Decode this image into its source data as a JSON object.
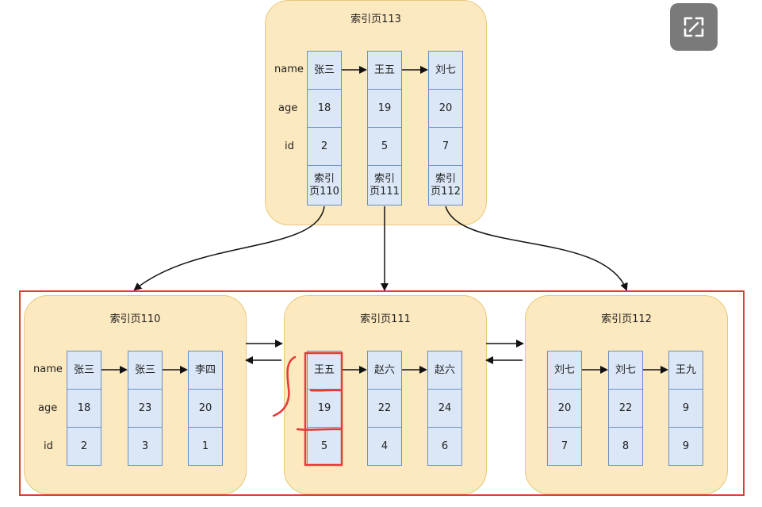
{
  "row_labels": [
    "name",
    "age",
    "id"
  ],
  "root": {
    "title": "索引页113",
    "names": [
      "张三",
      "王五",
      "刘七"
    ],
    "ages": [
      "18",
      "19",
      "20"
    ],
    "ids": [
      "2",
      "5",
      "7"
    ],
    "pointers": [
      [
        "索引",
        "页110"
      ],
      [
        "索引",
        "页111"
      ],
      [
        "索引",
        "页112"
      ]
    ]
  },
  "leaves": [
    {
      "title": "索引页110",
      "names": [
        "张三",
        "张三",
        "李四"
      ],
      "ages": [
        "18",
        "23",
        "20"
      ],
      "ids": [
        "2",
        "3",
        "1"
      ]
    },
    {
      "title": "索引页111",
      "names": [
        "王五",
        "赵六",
        "赵六"
      ],
      "ages": [
        "19",
        "22",
        "24"
      ],
      "ids": [
        "5",
        "4",
        "6"
      ]
    },
    {
      "title": "索引页112",
      "names": [
        "刘七",
        "刘七",
        "王九"
      ],
      "ages": [
        "20",
        "22",
        "9"
      ],
      "ids": [
        "7",
        "8",
        "9"
      ]
    }
  ],
  "colors": {
    "page_fill": "#fde9bf",
    "cell_fill": "#dbe7f7",
    "cell_border": "#6b8fc4",
    "highlight": "#e53935",
    "button_bg": "#7a7a7a"
  },
  "icons": {
    "expand": "expand-icon"
  }
}
